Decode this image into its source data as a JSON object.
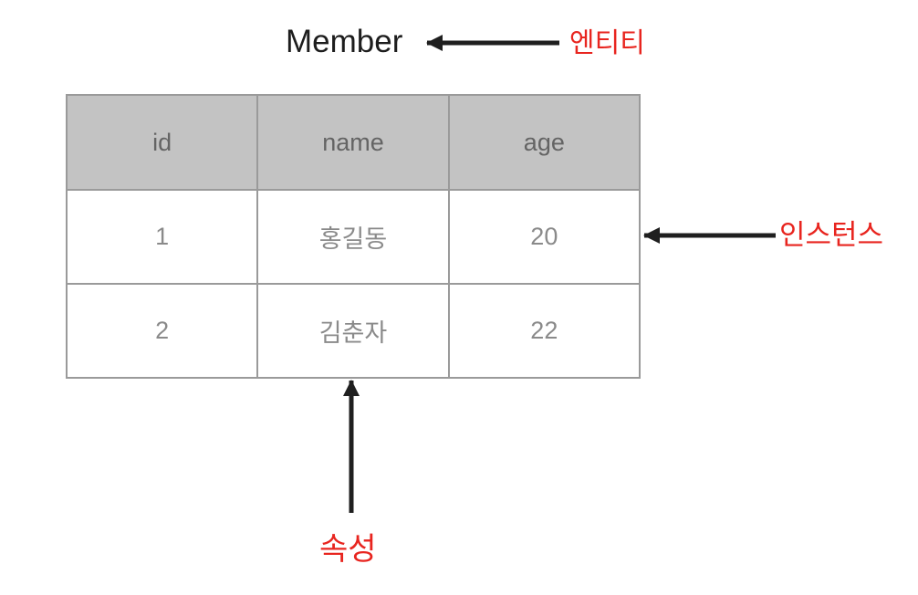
{
  "diagram": {
    "title": "Member",
    "labels": {
      "entity": "엔티티",
      "instance": "인스턴스",
      "attribute": "속성"
    },
    "table": {
      "columns": [
        "id",
        "name",
        "age"
      ],
      "rows": [
        [
          "1",
          "홍길동",
          "20"
        ],
        [
          "2",
          "김춘자",
          "22"
        ]
      ]
    },
    "colors": {
      "label_red": "#e8251f",
      "arrow_black": "#1f1f1f",
      "header_background": "#c3c3c3",
      "header_text": "#646464",
      "cell_text": "#8a8a8a",
      "table_border": "#9a9a9a",
      "title_text": "#1d1d1d",
      "page_background": "#ffffff"
    }
  }
}
